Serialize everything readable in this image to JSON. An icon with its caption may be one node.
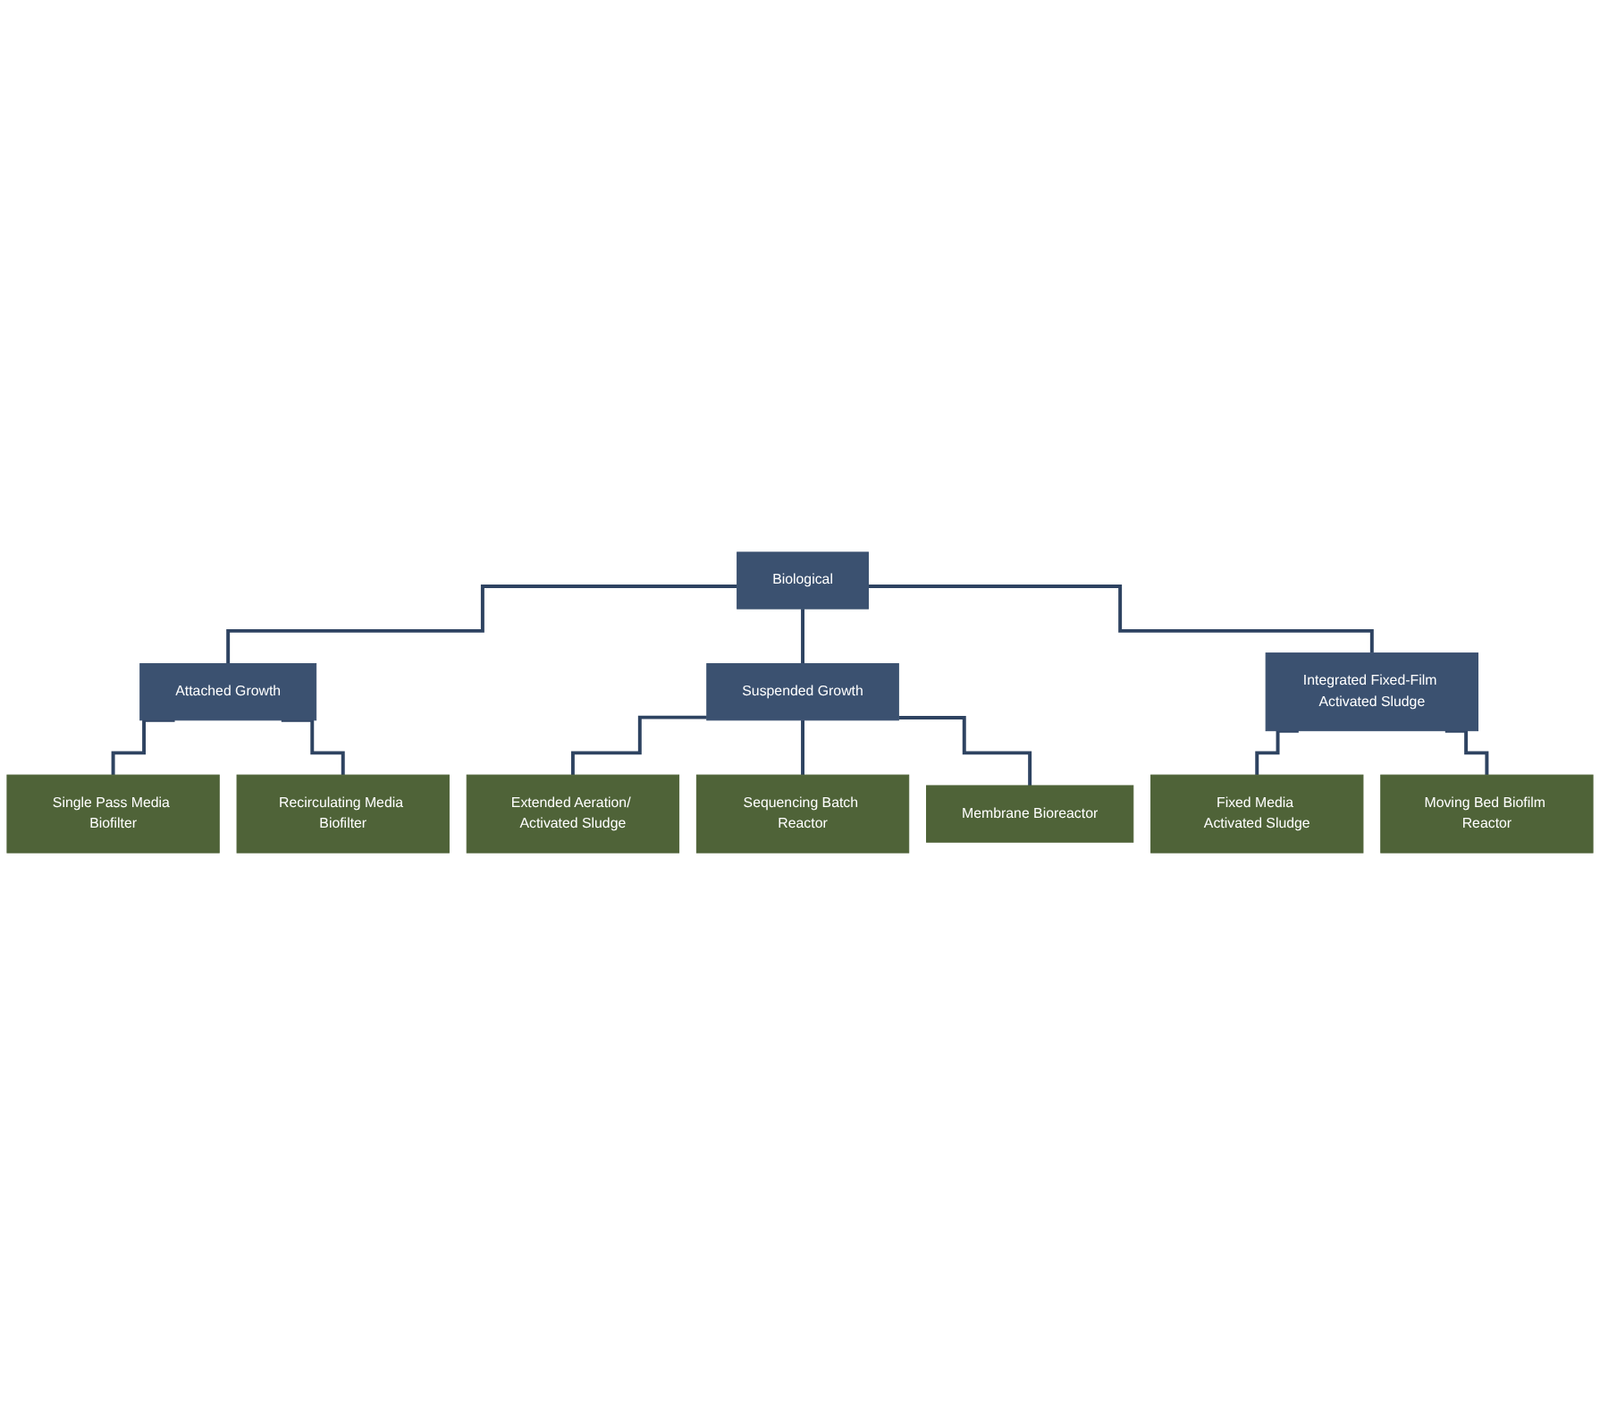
{
  "diagram": {
    "nodes": [
      {
        "text": [
          "Biological"
        ]
      },
      {
        "text": [
          "Attached Growth"
        ]
      },
      {
        "text": [
          "Suspended Growth"
        ]
      },
      {
        "text": [
          "Integrated Fixed-Film Activated Sludge"
        ]
      },
      {
        "text": [
          "Single Pass Media Biofilter"
        ]
      },
      {
        "text": [
          "Recirculating Media Biofilter"
        ]
      },
      {
        "text": [
          "Extended Aeration/ Activated Sludge"
        ]
      },
      {
        "text": [
          "Sequencing Batch Reactor"
        ]
      },
      {
        "text": [
          "Membrane Bioreactor"
        ]
      },
      {
        "text": [
          "Fixed Media Activated Sludge"
        ]
      },
      {
        "text": [
          "Moving Bed Biofilm Reactor"
        ]
      }
    ],
    "edges": [
      {
        "from": 0,
        "to": 1,
        "arrow": "none"
      },
      {
        "from": 0,
        "to": 2,
        "arrow": "none"
      },
      {
        "from": 0,
        "to": 3,
        "arrow": "none"
      },
      {
        "from": 1,
        "to": 4,
        "arrow": "none"
      },
      {
        "from": 1,
        "to": 5,
        "arrow": "none"
      },
      {
        "from": 2,
        "to": 6,
        "arrow": "none"
      },
      {
        "from": 2,
        "to": 7,
        "arrow": "none"
      },
      {
        "from": 2,
        "to": 8,
        "arrow": "none"
      },
      {
        "from": 3,
        "to": 9,
        "arrow": "none"
      },
      {
        "from": 3,
        "to": 10,
        "arrow": "none"
      }
    ]
  }
}
